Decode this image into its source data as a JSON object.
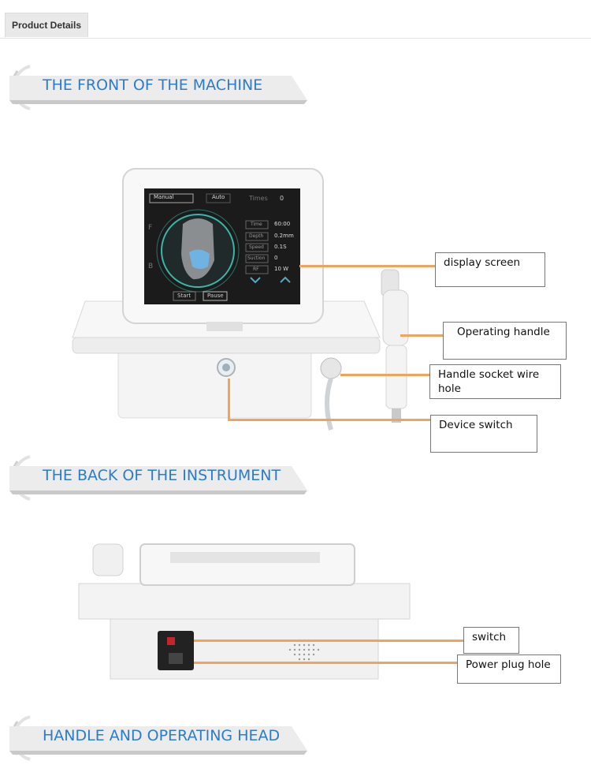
{
  "tab": {
    "label": "Product Details"
  },
  "sections": [
    {
      "title": "THE  FRONT  OF  THE  MACHINE"
    },
    {
      "title": "THE BACK OF THE INSTRUMENT"
    },
    {
      "title": "HANDLE AND OPERATING HEAD"
    }
  ],
  "screen": {
    "manual": "Manual",
    "auto": "Auto",
    "times_label": "Times",
    "times_value": "0",
    "params": [
      {
        "label": "Time",
        "value": "60:00"
      },
      {
        "label": "Depth",
        "value": "0.2mm"
      },
      {
        "label": "Speed",
        "value": "0.1S"
      },
      {
        "label": "Suction",
        "value": "0"
      },
      {
        "label": "RF",
        "value": "10 W"
      }
    ],
    "start": "Start",
    "pause": "Pause",
    "side_f": "F",
    "side_b": "B"
  },
  "front_callouts": [
    "display screen",
    "Operating handle",
    "Handle socket wire hole",
    "Device switch"
  ],
  "back_callouts": [
    "switch",
    "Power plug hole"
  ],
  "colors": {
    "accent_title": "#2b7cc9",
    "leader_line": "#f0a35a",
    "screen_bg": "#1b1b1b",
    "screen_teal": "#3bb6a8"
  }
}
